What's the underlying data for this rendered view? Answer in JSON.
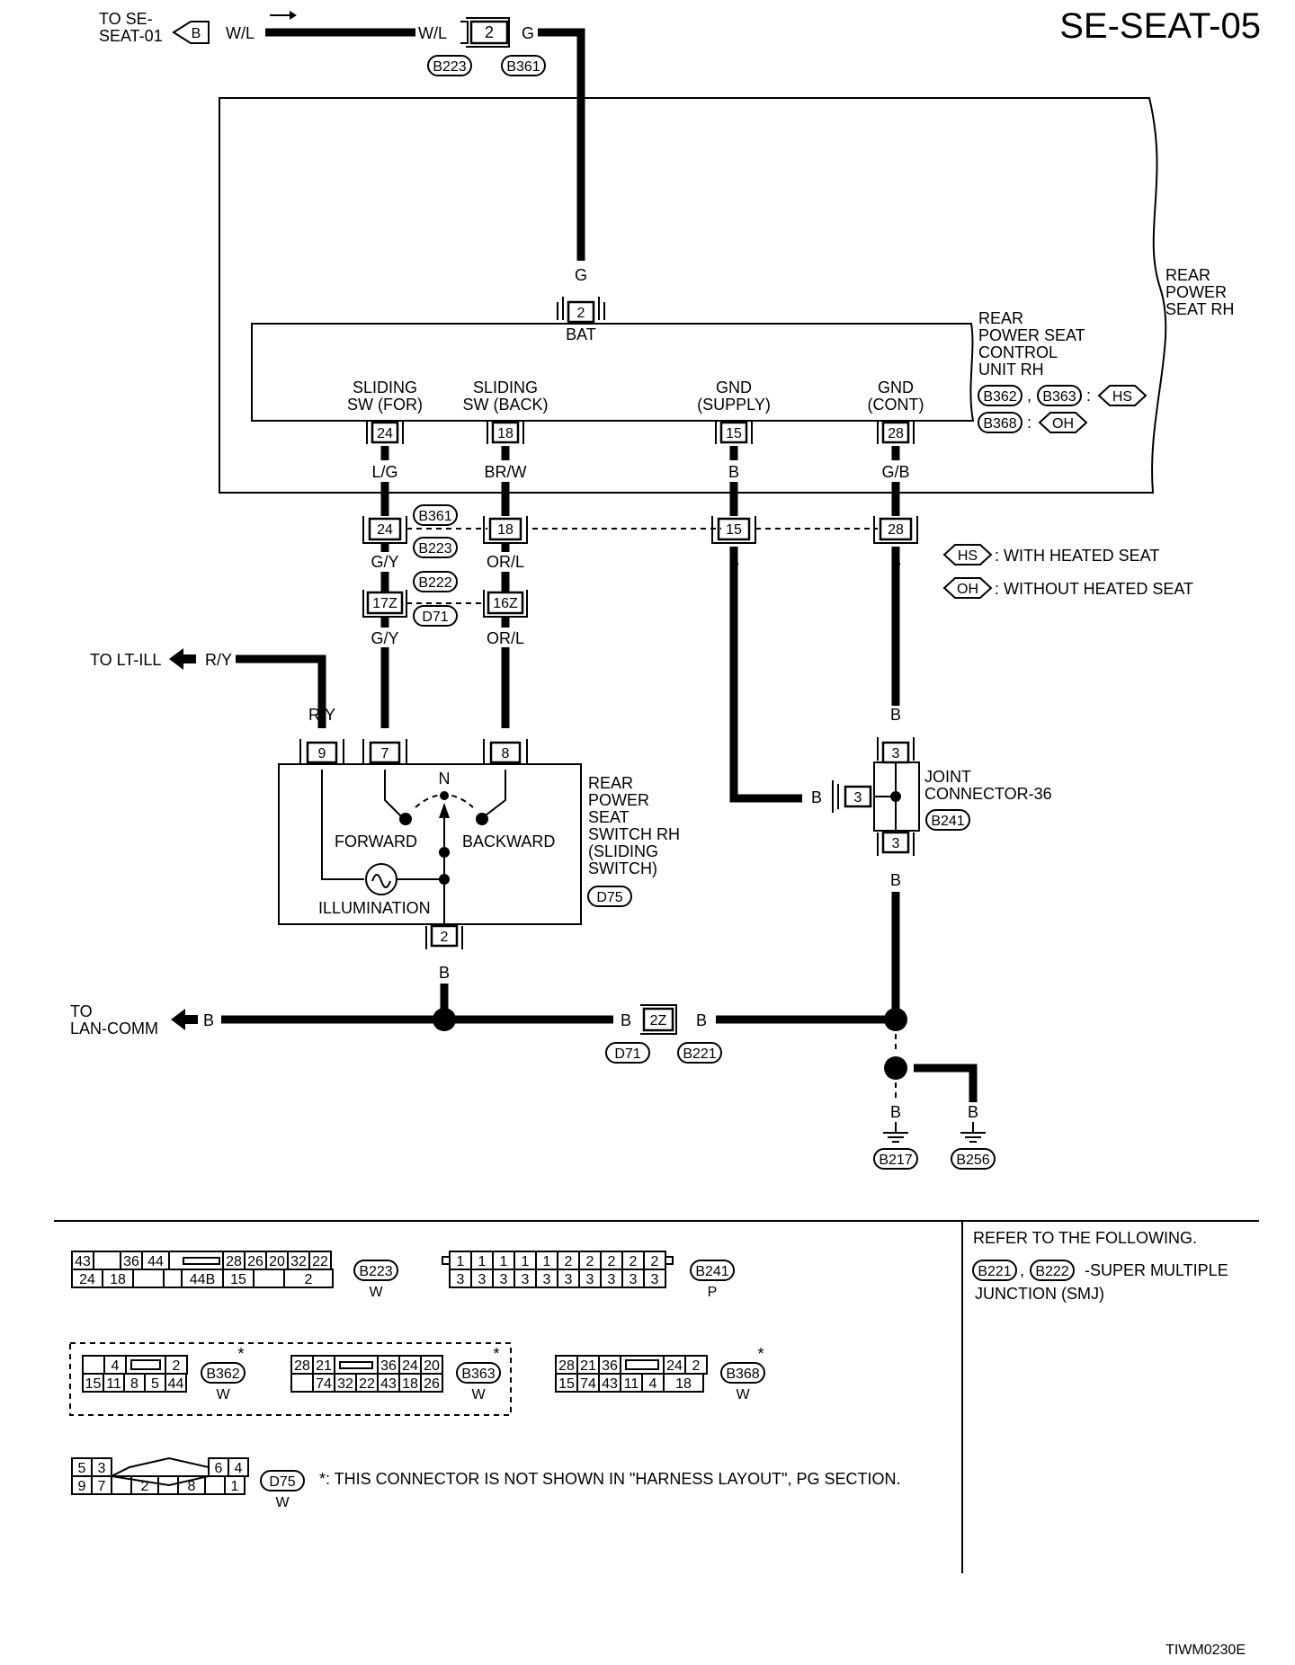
{
  "page_id": "SE-SEAT-05",
  "figure_code": "TIWM0230E",
  "top": {
    "to_label": "TO SE-\nSEAT-01",
    "ref_letter": "B",
    "wire_left": "W/L",
    "wire_right": "G",
    "pin": "2",
    "connectors": [
      "B223",
      "B361"
    ]
  },
  "rear_power_seat_label": "REAR\nPOWER\nSEAT RH",
  "control_unit": {
    "name": "REAR\nPOWER SEAT\nCONTROL\nUNIT RH",
    "connectors": [
      "B362",
      "B363",
      "B368"
    ],
    "hs": "HS",
    "oh": "OH",
    "bat_wire": "G",
    "bat_pin": "2",
    "bat_label": "BAT",
    "terminals": [
      {
        "label": "SLIDING\nSW (FOR)",
        "pin": "24",
        "wire": "L/G"
      },
      {
        "label": "SLIDING\nSW (BACK)",
        "pin": "18",
        "wire": "BR/W"
      },
      {
        "label": "GND\n(SUPPLY)",
        "pin": "15",
        "wire": "B"
      },
      {
        "label": "GND\n(CONT)",
        "pin": "28",
        "wire": "G/B"
      }
    ]
  },
  "inline_connector": {
    "connectors": [
      "B361",
      "B223"
    ],
    "pins": [
      "24",
      "18",
      "15",
      "28"
    ],
    "wires_below": [
      "G/Y",
      "OR/L",
      "B",
      "B"
    ]
  },
  "connector_b222": {
    "connectors": [
      "B222",
      "D71"
    ],
    "pins": [
      "17Z",
      "16Z"
    ],
    "wires_below": [
      "G/Y",
      "OR/L"
    ]
  },
  "legend": [
    {
      "tag": "HS",
      "text": ": WITH HEATED SEAT"
    },
    {
      "tag": "OH",
      "text": ": WITHOUT HEATED SEAT"
    }
  ],
  "lt_ill": {
    "label": "TO LT-ILL",
    "wire": "R/Y"
  },
  "switch": {
    "name": "REAR\nPOWER\nSEAT\nSWITCH RH\n(SLIDING\n SWITCH)",
    "connector": "D75",
    "pins_top": [
      {
        "pin": "9",
        "wire": "R/Y"
      },
      {
        "pin": "7",
        "wire": ""
      },
      {
        "pin": "8",
        "wire": ""
      }
    ],
    "neutral": "N",
    "forward": "FORWARD",
    "backward": "BACKWARD",
    "illumination": "ILLUMINATION",
    "bottom_pin": "2",
    "bottom_wire": "B"
  },
  "joint_connector": {
    "name": "JOINT\nCONNECTOR-36",
    "connector": "B241",
    "pin_top": "3",
    "pin_left": "3",
    "pin_bottom": "3",
    "wire_top": "B",
    "wire_left": "B",
    "wire_bottom": "B"
  },
  "bottom_bus": {
    "to_label": "TO\nLAN-COMM",
    "wire": "B",
    "connector_pin": "2Z",
    "connector_wire_left": "B",
    "connector_wire_right": "B",
    "connectors": [
      "D71",
      "B221"
    ]
  },
  "grounds": [
    {
      "connector": "B217",
      "wire": "B"
    },
    {
      "connector": "B256",
      "wire": "B"
    }
  ],
  "connector_views": {
    "b223": {
      "name": "B223",
      "color": "W",
      "top_row": [
        "43",
        "",
        "36",
        "44"
      ],
      "top_row_right": [
        "28",
        "26",
        "20",
        "32",
        "22"
      ],
      "bottom_row": [
        "24",
        "18",
        "",
        ""
      ],
      "bottom_row_right": [
        "44B",
        "15",
        "",
        "2"
      ]
    },
    "b241": {
      "name": "B241",
      "color": "P",
      "top_row": [
        "1",
        "1",
        "1",
        "1",
        "1",
        "2",
        "2",
        "2",
        "2",
        "2"
      ],
      "bottom_row": [
        "3",
        "3",
        "3",
        "3",
        "3",
        "3",
        "3",
        "3",
        "3",
        "3"
      ]
    },
    "b362": {
      "name": "B362",
      "color": "W",
      "top_row": [
        "",
        "4",
        "",
        "2"
      ],
      "bottom_row": [
        "15",
        "11",
        "8",
        "5",
        "44"
      ]
    },
    "b363": {
      "name": "B363",
      "color": "W",
      "top_row": [
        "28",
        "21"
      ],
      "top_row_right": [
        "36",
        "24",
        "20"
      ],
      "bottom_row": [
        "",
        "74",
        "32",
        "22",
        "43",
        "18",
        "26"
      ]
    },
    "b368": {
      "name": "B368",
      "color": "W",
      "top_row": [
        "28",
        "21",
        "36"
      ],
      "top_row_right": [
        "24",
        "2"
      ],
      "bottom_row": [
        "15",
        "74",
        "43",
        "11",
        "4",
        "18"
      ]
    },
    "d75": {
      "name": "D75",
      "color": "W",
      "top_row": [
        "5",
        "3"
      ],
      "top_row_right": [
        "6",
        "4"
      ],
      "bottom_row": [
        "9",
        "7",
        "",
        "2",
        "",
        "8",
        "",
        "1"
      ]
    }
  },
  "asterisk": "*",
  "footnote": "*: THIS CONNECTOR IS NOT SHOWN IN \"HARNESS LAYOUT\", PG SECTION.",
  "refer": {
    "title": "REFER TO THE FOLLOWING.",
    "items": [
      "B221",
      "B222"
    ],
    "suffix": "-SUPER MULTIPLE\nJUNCTION (SMJ)"
  }
}
